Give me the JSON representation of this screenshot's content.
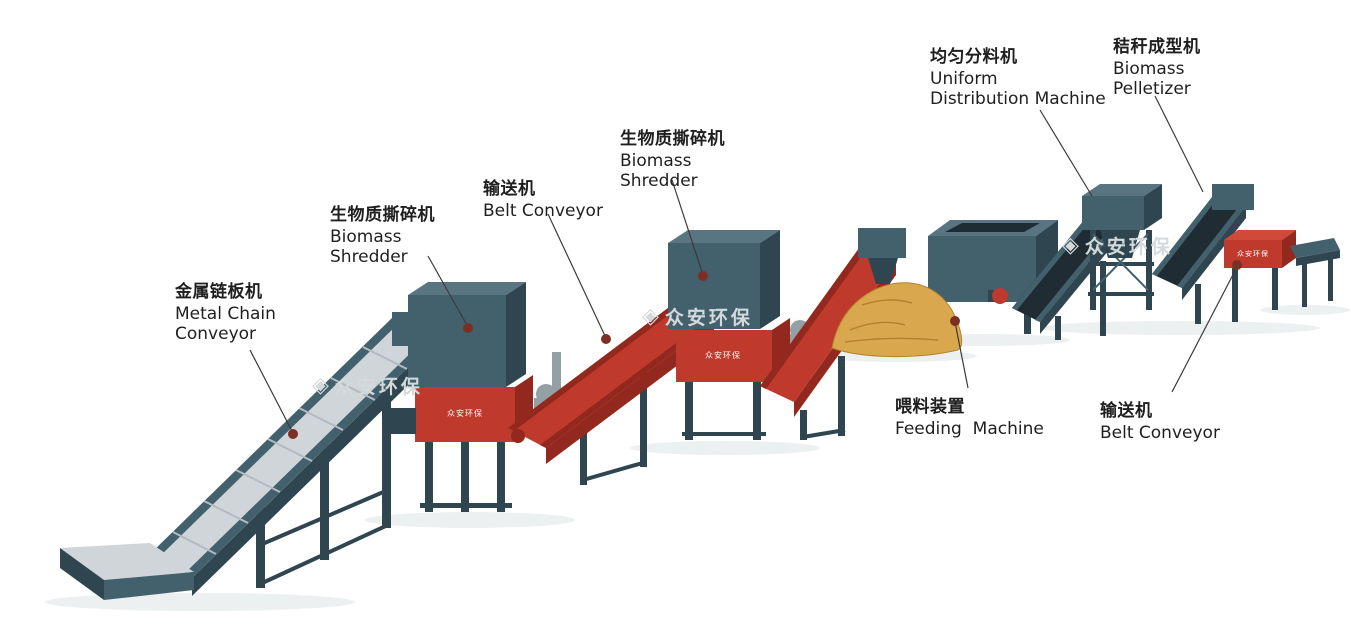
{
  "labels": [
    {
      "zh": "金属链板机",
      "en": "Metal Chain\nConveyor"
    },
    {
      "zh": "生物质撕碎机",
      "en": "Biomass\nShredder"
    },
    {
      "zh": "输送机",
      "en": "Belt Conveyor"
    },
    {
      "zh": "生物质撕碎机",
      "en": "Biomass\nShredder"
    },
    {
      "zh": "均匀分料机",
      "en": "Uniform\nDistribution Machine"
    },
    {
      "zh": "秸秆成型机",
      "en": "Biomass\nPelletizer"
    },
    {
      "zh": "喂料装置",
      "en": "Feeding  Machine"
    },
    {
      "zh": "输送机",
      "en": "Belt Conveyor"
    }
  ],
  "watermark": {
    "text": "众安环保",
    "logo_glyph": "◈"
  },
  "brand": {
    "text": "众安环保"
  },
  "colors": {
    "steel": "#43606d",
    "steel_dark": "#2f4650",
    "steel_light": "#5a7582",
    "belt": "#cfd5d8",
    "red": "#bf3a2c",
    "red_dark": "#93291e",
    "red_light": "#cf4a38",
    "near_black": "#1f2c33",
    "straw": "#d9a84e",
    "straw_dark": "#b5832f",
    "watermark": "#d4d9db",
    "label_text": "#1f1f1f",
    "dot": "#7d2f23",
    "line": "#3a3a3a",
    "shadow": "#edf0f1"
  }
}
